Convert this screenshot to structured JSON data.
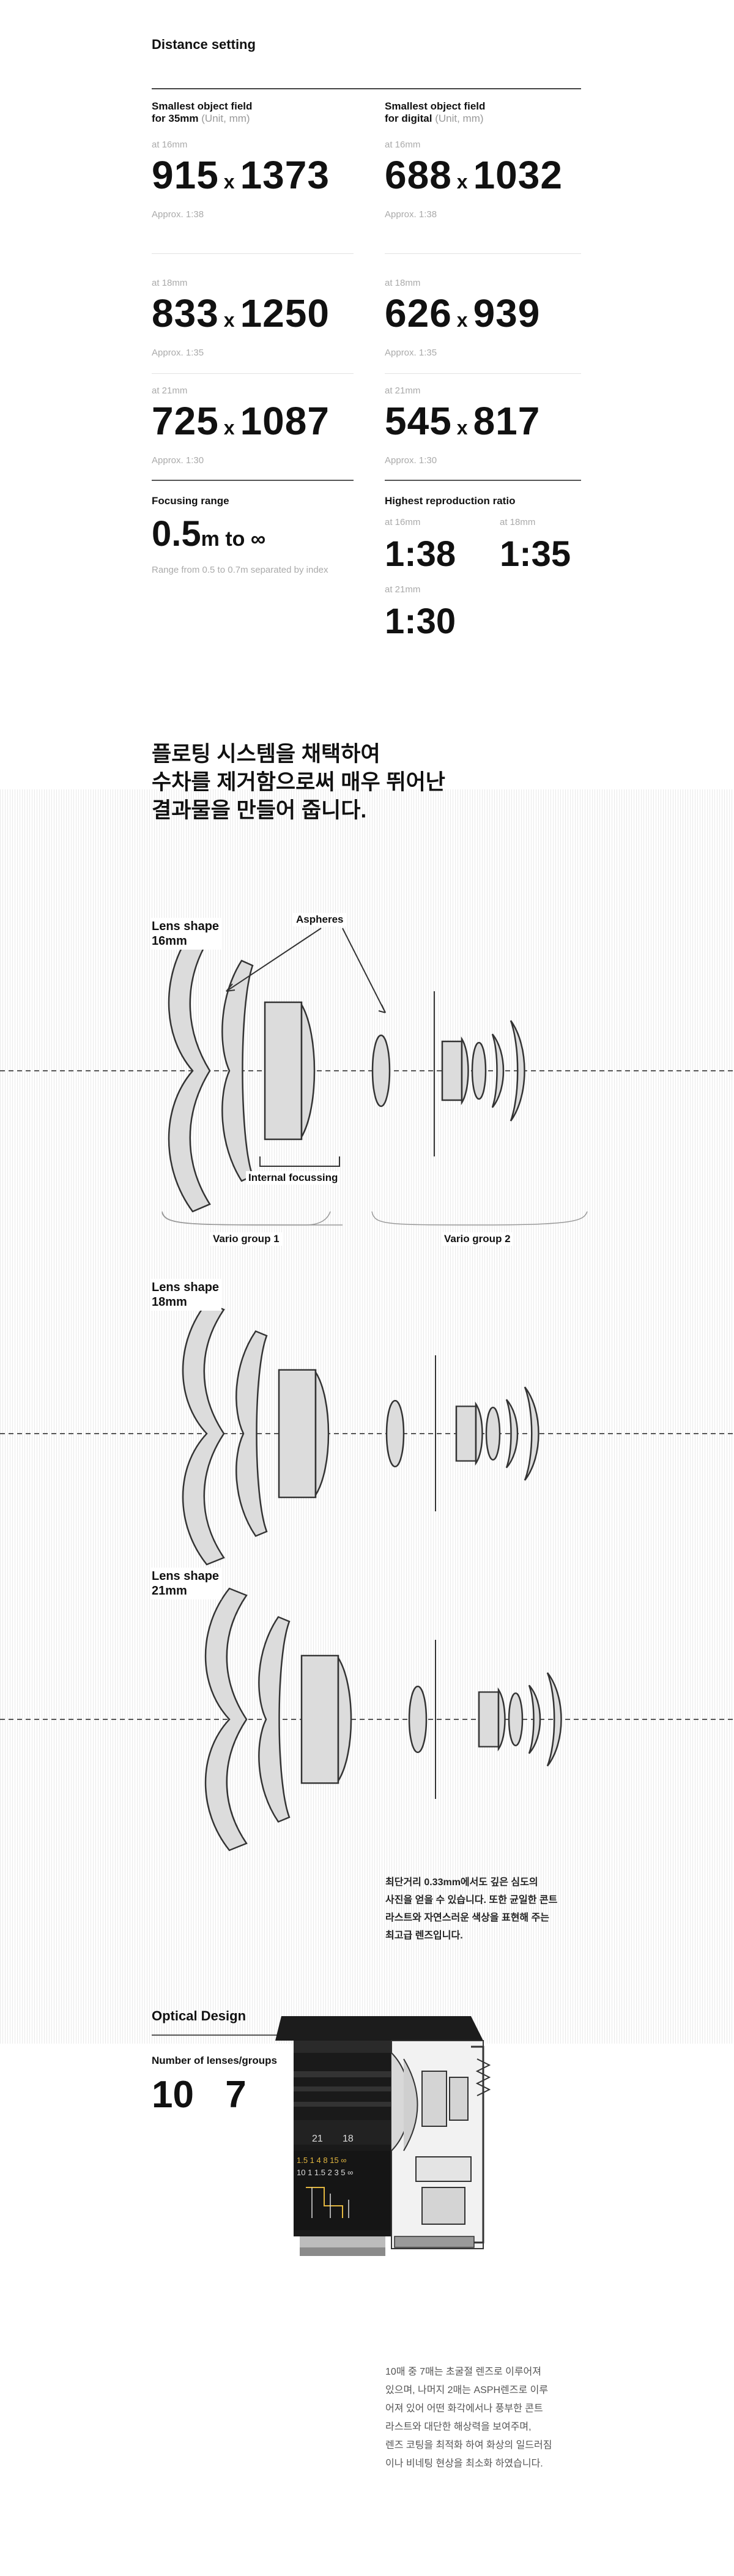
{
  "distance": {
    "title": "Distance setting",
    "left": {
      "head_line1": "Smallest object field",
      "head_line2": "for 35mm",
      "unit": "(Unit, mm)",
      "rows": [
        {
          "at": "at 16mm",
          "w": "915",
          "h": "1373",
          "approx": "Approx. 1:38"
        },
        {
          "at": "at 18mm",
          "w": "833",
          "h": "1250",
          "approx": "Approx. 1:35"
        },
        {
          "at": "at 21mm",
          "w": "725",
          "h": "1087",
          "approx": "Approx. 1:30"
        }
      ]
    },
    "right": {
      "head_line1": "Smallest object field",
      "head_line2": "for digital",
      "unit": "(Unit, mm)",
      "rows": [
        {
          "at": "at 16mm",
          "w": "688",
          "h": "1032",
          "approx": "Approx. 1:38"
        },
        {
          "at": "at 18mm",
          "w": "626",
          "h": "939",
          "approx": "Approx. 1:35"
        },
        {
          "at": "at 21mm",
          "w": "545",
          "h": "817",
          "approx": "Approx. 1:30"
        }
      ]
    },
    "times": "x",
    "focusing": {
      "label": "Focusing range",
      "value": "0.5",
      "unit": "m to ∞",
      "note": "Range from 0.5 to 0.7m separated by index"
    },
    "ratio": {
      "label": "Highest reproduction ratio",
      "items": [
        {
          "at": "at 16mm",
          "value": "1:38"
        },
        {
          "at": "at 18mm",
          "value": "1:35"
        },
        {
          "at": "at 21mm",
          "value": "1:30"
        }
      ]
    }
  },
  "floating": {
    "title_line1": "플로팅 시스템을 채택하여",
    "title_line2": "수차를 제거함으로써 매우 뛰어난",
    "title_line3": "결과물을 만들어 줍니다.",
    "shapes": [
      {
        "label_line1": "Lens shape",
        "label_line2": "16mm"
      },
      {
        "label_line1": "Lens shape",
        "label_line2": "18mm"
      },
      {
        "label_line1": "Lens shape",
        "label_line2": "21mm"
      }
    ],
    "aspheres": "Aspheres",
    "internal_focussing": "Internal focussing",
    "vario_group_1": "Vario group 1",
    "vario_group_2": "Vario group 2",
    "text_line1": "최단거리 0.33mm에서도 깊은 심도의",
    "text_line2": "사진을 얻을 수 있습니다. 또한 균일한 콘트",
    "text_line3": "라스트와 자연스러운 색상을 표현해 주는",
    "text_line4": "최고급 렌즈입니다."
  },
  "optical": {
    "title": "Optical Design",
    "sub": "Number of lenses/groups",
    "lenses": "10",
    "groups": "7",
    "text_line1": "10매 중 7매는 초굴절 렌즈로 이루어져",
    "text_line2": "있으며, 나머지 2매는 ASPH렌즈로 이루",
    "text_line3": "어져 있어 어떤 화각에서나 풍부한 콘트",
    "text_line4": "라스트와 대단한 해상력을 보여주며,",
    "text_line5": "렌즈 코팅을 최적화 하여 화상의 일드러짐",
    "text_line6": "이나 비네팅 현상을 최소화 하였습니다."
  },
  "colors": {
    "lens_fill": "#dcdcdc",
    "lens_stroke": "#333333",
    "muted_text": "#aaaaaa"
  }
}
